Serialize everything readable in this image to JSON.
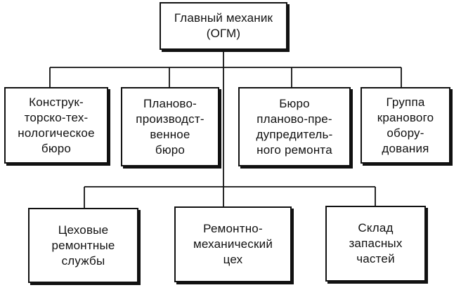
{
  "diagram": {
    "root": {
      "label": "Главный механик\n(ОГМ)"
    },
    "middle_row": [
      {
        "label": "Конструк-\nторско-тех-\nнологическое\nбюро"
      },
      {
        "label": "Планово-\nпроизводст-\nвенное\nбюро"
      },
      {
        "label": "Бюро\nпланово-пре-\nдупредитель-\nного ремонта"
      },
      {
        "label": "Группа\nкранового\nобору-\nдования"
      }
    ],
    "bottom_row": [
      {
        "label": "Цеховые\nремонтные\nслужбы"
      },
      {
        "label": "Ремонтно-\nмеханический\nцех"
      },
      {
        "label": "Склад\nзапасных\nчастей"
      }
    ]
  }
}
